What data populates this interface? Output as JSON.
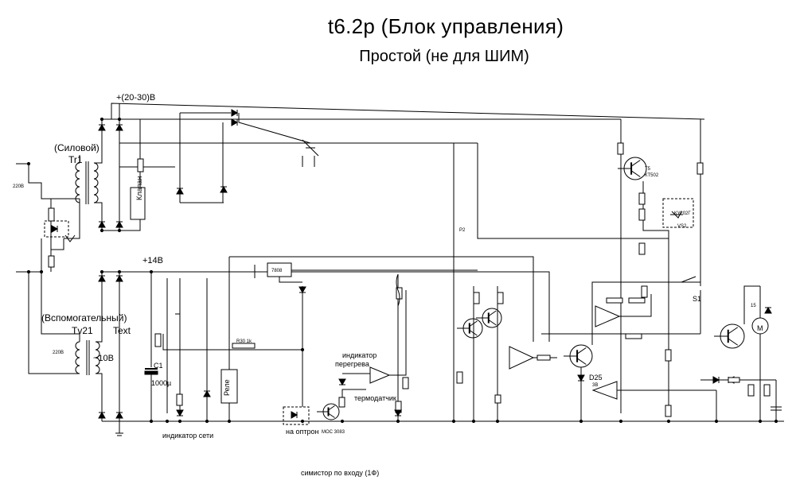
{
  "title": "t6.2p  (Блок управления)",
  "subtitle": "Простой   (не для ШИМ)",
  "labels": {
    "supply_high": "+(20-30)В",
    "power_winding": "(Силовой)",
    "tr1": "Tr1",
    "mains_in": "220В",
    "mains_aux": "220В",
    "valve": "Клапан",
    "supply_14": "+14В",
    "aux_winding": "(Вспомогательный)",
    "tv21": "Tv21",
    "text_label": "Text",
    "ac10": "~10В",
    "c1": "C1",
    "c1_value": "1000µ",
    "relay": "Реле",
    "reg_7808": "7808",
    "net_indicator": "индикатор сети",
    "overheat_indicator_1": "индикатор",
    "overheat_indicator_2": "перегрева",
    "thermo_sensor": "термодатчик",
    "opto_to": "на оптрон",
    "opto_part": "MOC 3083",
    "triac_note": "симистор по входу (1Ф)",
    "s1": "S1",
    "d25": "D25",
    "d25_val": "3В",
    "t5": "T5",
    "t5_part": "КТ502",
    "vs2": "КУ202Г",
    "vs2_ref": "VS2",
    "motor": "M",
    "r30": "R30 1k",
    "pt": "Р2",
    "mot_num": "15"
  }
}
